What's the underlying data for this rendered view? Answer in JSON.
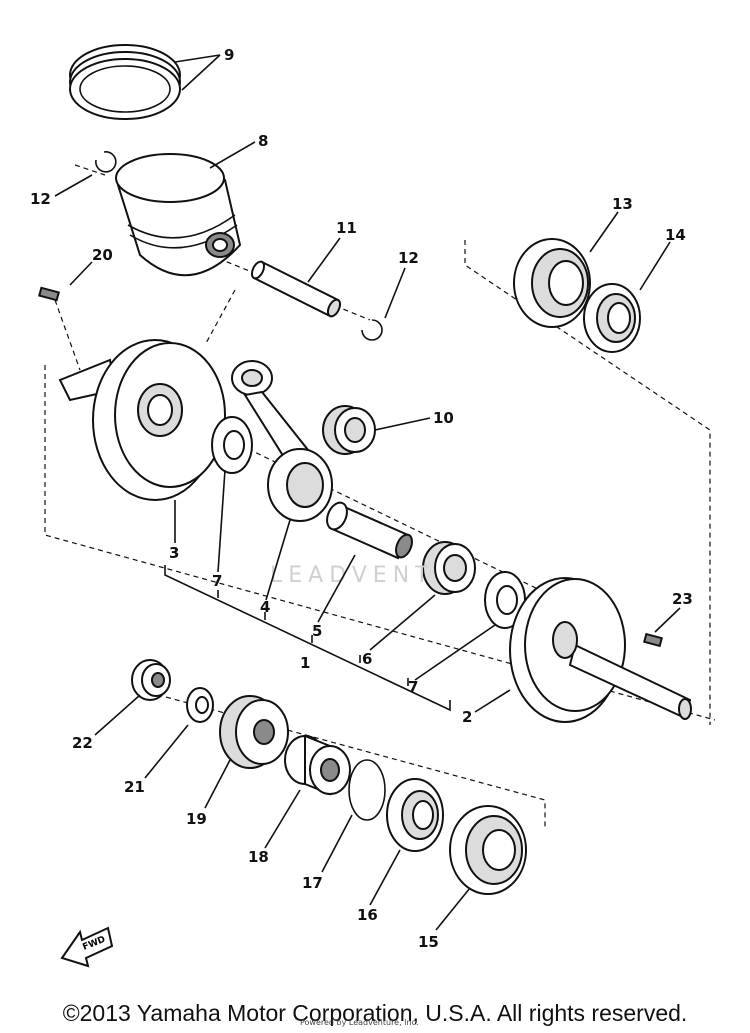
{
  "callouts": [
    {
      "id": "c9",
      "label": "9"
    },
    {
      "id": "c8",
      "label": "8"
    },
    {
      "id": "c12a",
      "label": "12"
    },
    {
      "id": "c11",
      "label": "11"
    },
    {
      "id": "c12b",
      "label": "12"
    },
    {
      "id": "c20",
      "label": "20"
    },
    {
      "id": "c13",
      "label": "13"
    },
    {
      "id": "c14",
      "label": "14"
    },
    {
      "id": "c10",
      "label": "10"
    },
    {
      "id": "c3",
      "label": "3"
    },
    {
      "id": "c7a",
      "label": "7"
    },
    {
      "id": "c4",
      "label": "4"
    },
    {
      "id": "c5",
      "label": "5"
    },
    {
      "id": "c1",
      "label": "1"
    },
    {
      "id": "c6",
      "label": "6"
    },
    {
      "id": "c7b",
      "label": "7"
    },
    {
      "id": "c2",
      "label": "2"
    },
    {
      "id": "c23",
      "label": "23"
    },
    {
      "id": "c22",
      "label": "22"
    },
    {
      "id": "c21",
      "label": "21"
    },
    {
      "id": "c19",
      "label": "19"
    },
    {
      "id": "c18",
      "label": "18"
    },
    {
      "id": "c17",
      "label": "17"
    },
    {
      "id": "c16",
      "label": "16"
    },
    {
      "id": "c15",
      "label": "15"
    }
  ],
  "direction_marker": "FWD",
  "watermark": "LEADVENT",
  "watermark_small": "Powered by Leadventure, Inc.",
  "copyright": "©2013 Yamaha Motor Corporation, U.S.A. All rights reserved."
}
